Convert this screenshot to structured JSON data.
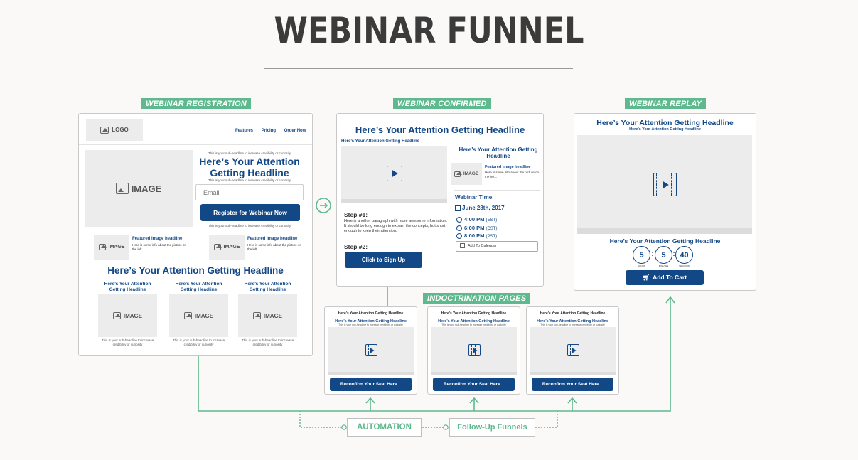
{
  "title": "WEBINAR FUNNEL",
  "tags": {
    "registration": "WEBINAR REGISTRATION",
    "confirmed": "WEBINAR CONFIRMED",
    "replay": "WEBINAR REPLAY",
    "indoctrination": "INDOCTRINATION PAGES"
  },
  "registration": {
    "logo": "LOGO",
    "nav": [
      "Features",
      "Pricing",
      "Order Now"
    ],
    "image_label": "IMAGE",
    "sub_headline": "This is your sub-headline to increase credibility or curiosity",
    "headline": "Here’s Your Attention Getting Headline",
    "email_placeholder": "Email",
    "register_button": "Register for Webinar Now",
    "featured_title": "Featured image headline",
    "featured_text": "Here is some info about the picture on the left...",
    "section_headline": "Here’s Your Attention Getting Headline",
    "col_headline": "Here’s Your Attention Getting Headline",
    "col_sub": "This is your sub-headline to increase credibility or curiosity"
  },
  "confirmed": {
    "headline": "Here’s Your Attention Getting Headline",
    "small_headline": "Here’s Your Attention Getting Headline",
    "side_headline": "Here’s Your Attention Getting Headline",
    "image_label": "IMAGE",
    "featured_title": "Featured image headline",
    "featured_text": "Here is some info about the picture on the left...",
    "step1_title": "Step #1:",
    "step1_text": "Here is another paragraph with more awesome information.  It should be long enough to explain the concepts, but short enough to keep their attention.",
    "step2_title": "Step #2:",
    "signup_button": "Click to Sign Up",
    "webinar_time_label": "Webinar Time:",
    "date": "June 28th, 2017",
    "times": [
      {
        "time": "4:00 PM",
        "zone": "(EST)"
      },
      {
        "time": "6:00 PM",
        "zone": "(CST)"
      },
      {
        "time": "8:00 PM",
        "zone": "(PST)"
      }
    ],
    "calendar_label": "Add To Calendar"
  },
  "replay": {
    "headline": "Here’s Your Attention Getting Headline",
    "sub": "Here’s Your Attention Getting Headline",
    "bottom_headline": "Here’s Your Attention Getting Headline",
    "countdown": [
      {
        "value": "5",
        "label": "HOURS"
      },
      {
        "value": "5",
        "label": "MINUTES"
      },
      {
        "value": "40",
        "label": "SECONDS"
      }
    ],
    "cart_button": "Add To Cart"
  },
  "indoctrination": {
    "top": "Here’s Your Attention Getting Headline",
    "headline": "Here’s Your Attention Getting Headline",
    "sub": "This is your sub-headline to increase credibility or curiosity",
    "button": "Reconfirm Your Seat Here..."
  },
  "flow": {
    "automation": "AUTOMATION",
    "followup": "Follow-Up Funnels"
  },
  "colors": {
    "navy": "#134886",
    "green": "#5fb98e",
    "title": "#3b3b3b"
  }
}
